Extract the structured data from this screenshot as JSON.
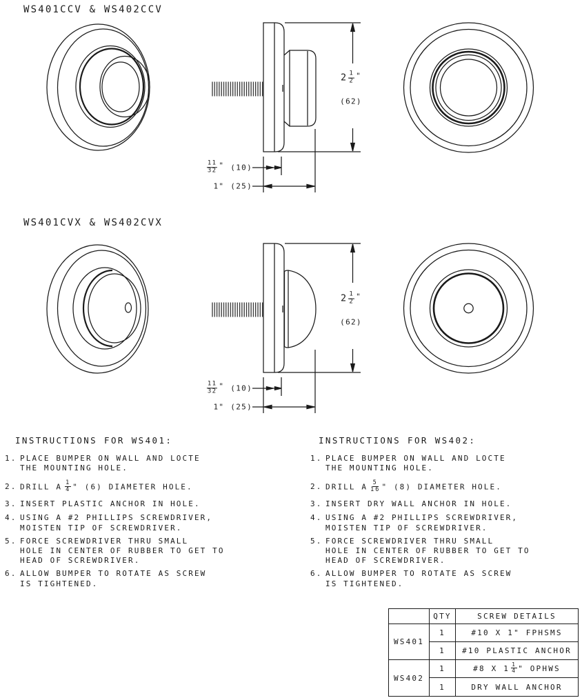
{
  "titles": {
    "ccv": "WS401CCV & WS402CCV",
    "cvx": "WS401CVX & WS402CVX"
  },
  "dims": {
    "height_whole": "2",
    "height_num": "1",
    "height_den": "2",
    "inch": "\"",
    "height_mm": "(62)",
    "thick_num": "11",
    "thick_den": "32",
    "thick_mm": "(10)",
    "depth_in": "1\"",
    "depth_mm": "(25)"
  },
  "ins401": {
    "heading": "INSTRUCTIONS FOR WS401:",
    "i1n": "1.",
    "i1l1": "PLACE BUMPER ON WALL AND LOCTE",
    "i1l2": "THE MOUNTING HOLE.",
    "i2n": "2.",
    "i2pre": "DRILL A",
    "i2num": "1",
    "i2den": "4",
    "i2post": "\" (6) DIAMETER HOLE.",
    "i3n": "3.",
    "i3l1": "INSERT PLASTIC ANCHOR IN HOLE.",
    "i4n": "4.",
    "i4l1": "USING A #2 PHILLIPS SCREWDRIVER,",
    "i4l2": "MOISTEN TIP OF SCREWDRIVER.",
    "i5n": "5.",
    "i5l1": "FORCE SCREWDRIVER THRU SMALL",
    "i5l2": "HOLE IN CENTER OF RUBBER TO GET TO",
    "i5l3": "HEAD OF SCREWDRIVER.",
    "i6n": "6.",
    "i6l1": "ALLOW BUMPER TO ROTATE AS SCREW",
    "i6l2": "IS TIGHTENED."
  },
  "ins402": {
    "heading": "INSTRUCTIONS FOR WS402:",
    "i1n": "1.",
    "i1l1": "PLACE BUMPER ON WALL AND LOCTE",
    "i1l2": "THE MOUNTING HOLE.",
    "i2n": "2.",
    "i2pre": "DRILL A",
    "i2num": "5",
    "i2den": "16",
    "i2post": "\" (8) DIAMETER HOLE.",
    "i3n": "3.",
    "i3l1": "INSERT DRY WALL ANCHOR IN HOLE.",
    "i4n": "4.",
    "i4l1": "USING A #2 PHILLIPS SCREWDRIVER,",
    "i4l2": "MOISTEN TIP OF SCREWDRIVER.",
    "i5n": "5.",
    "i5l1": "FORCE SCREWDRIVER THRU SMALL",
    "i5l2": "HOLE IN CENTER OF RUBBER TO GET TO",
    "i5l3": "HEAD OF SCREWDRIVER.",
    "i6n": "6.",
    "i6l1": "ALLOW BUMPER TO ROTATE AS SCREW",
    "i6l2": "IS TIGHTENED."
  },
  "table": {
    "qty_header": "QTY",
    "details_header": "SCREW DETAILS",
    "ws401_model": "WS401",
    "ws401_qty1": "1",
    "ws401_detail1": "#10 X 1\" FPHSMS",
    "ws401_qty2": "1",
    "ws401_detail2": "#10 PLASTIC ANCHOR",
    "ws402_model": "WS402",
    "ws402_qty1": "1",
    "ws402_d1pre": "#8 X 1",
    "ws402_d1num": "1",
    "ws402_d1den": "4",
    "ws402_d1post": "\" OPHWS",
    "ws402_qty2": "1",
    "ws402_detail2": "DRY WALL ANCHOR"
  },
  "colors": {
    "line": "#1a1a1a",
    "background": "#ffffff"
  }
}
